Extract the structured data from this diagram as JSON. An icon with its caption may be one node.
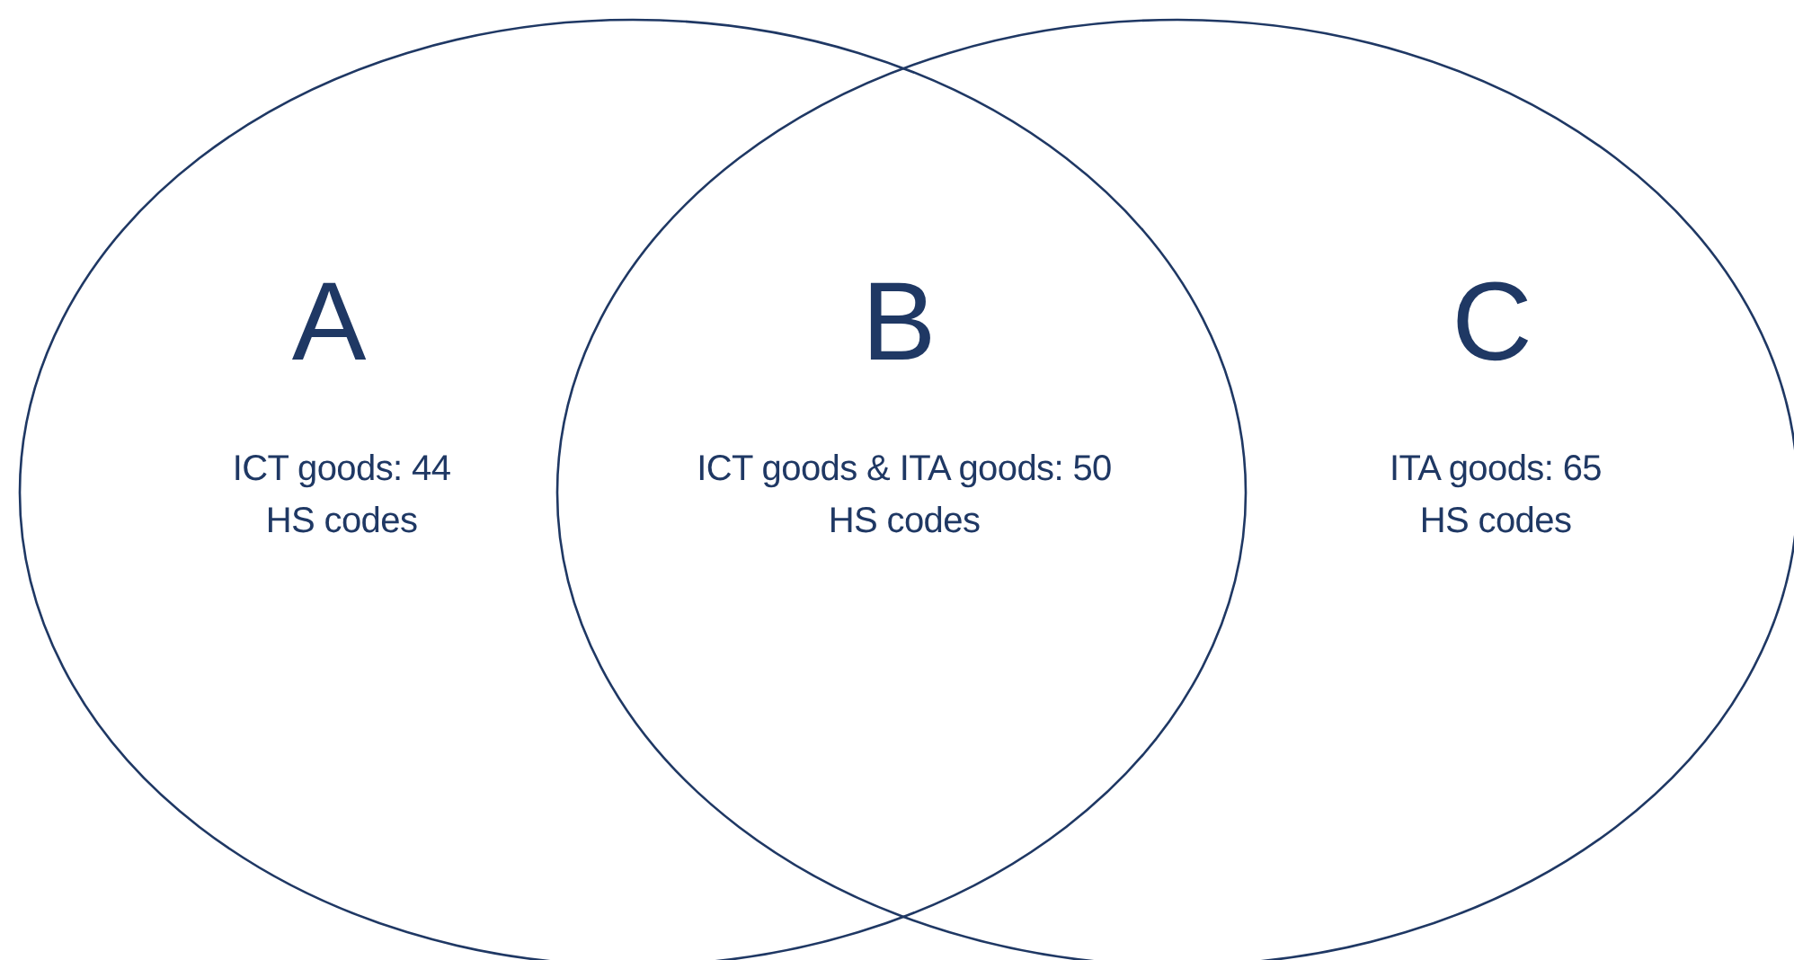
{
  "diagram": {
    "labels": [
      "A",
      "ICT goods: 44 HS codes",
      "B",
      "ICT goods & ITA goods: 50 HS codes",
      "C",
      "ITA goods: 65 HS codes"
    ]
  }
}
